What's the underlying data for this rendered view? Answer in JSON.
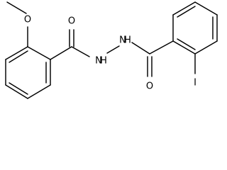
{
  "structure": {
    "atoms": {
      "methoxy_oxygen": "O",
      "left_carbonyl_oxygen": "O",
      "amide_nitrogen_1": "N",
      "amide_nitrogen_2": "N",
      "right_carbonyl_oxygen": "O",
      "iodine": "I"
    },
    "hydrogens": {
      "amide_h_1": "H",
      "amide_h_2": "H"
    }
  }
}
